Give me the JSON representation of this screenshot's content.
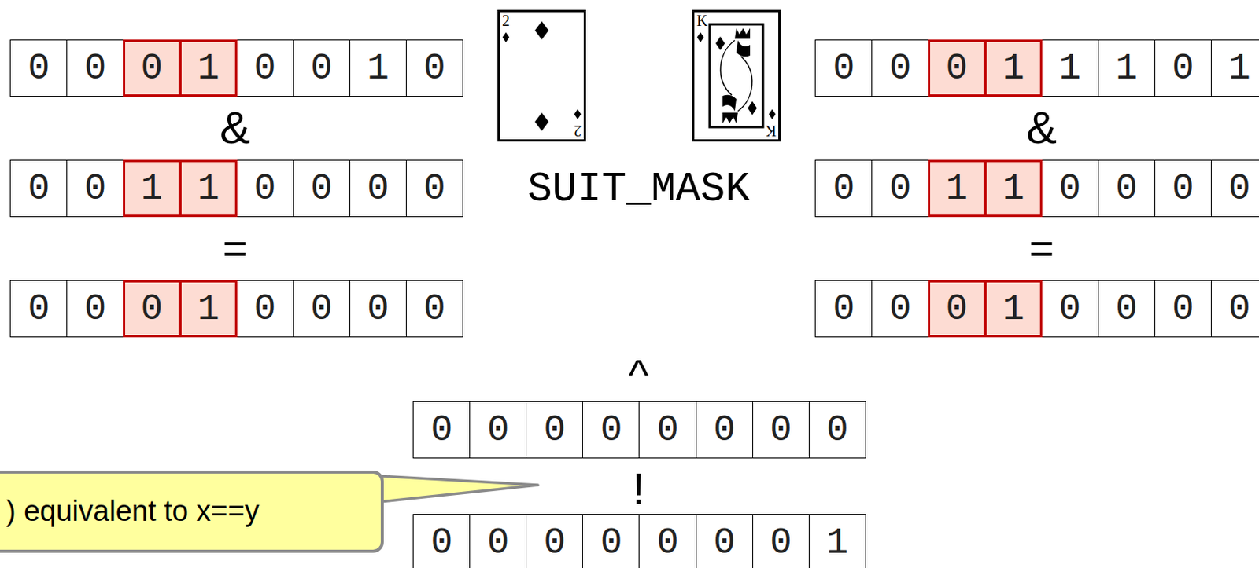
{
  "diagram": {
    "nodes": [
      {
        "text": [
          "0"
        ]
      },
      {
        "text": [
          "0"
        ]
      },
      {
        "text": [
          "0"
        ]
      },
      {
        "text": [
          "1"
        ]
      },
      {
        "text": [
          "0"
        ]
      },
      {
        "text": [
          "0"
        ]
      },
      {
        "text": [
          "1"
        ]
      },
      {
        "text": [
          "0"
        ]
      },
      {
        "text": [
          "2",
          "2"
        ]
      },
      {
        "text": [
          "K",
          "K"
        ]
      },
      {
        "text": [
          "0"
        ]
      },
      {
        "text": [
          "0"
        ]
      },
      {
        "text": [
          "0"
        ]
      },
      {
        "text": [
          "1"
        ]
      },
      {
        "text": [
          "1"
        ]
      },
      {
        "text": [
          "1"
        ]
      },
      {
        "text": [
          "0"
        ]
      },
      {
        "text": [
          "1"
        ]
      },
      {
        "text": [
          "0"
        ]
      },
      {
        "text": [
          "0"
        ]
      },
      {
        "text": [
          "1"
        ]
      },
      {
        "text": [
          "1"
        ]
      },
      {
        "text": [
          "0"
        ]
      },
      {
        "text": [
          "0"
        ]
      },
      {
        "text": [
          "0"
        ]
      },
      {
        "text": [
          "0"
        ]
      },
      {
        "text": [
          "0"
        ]
      },
      {
        "text": [
          "0"
        ]
      },
      {
        "text": [
          "1"
        ]
      },
      {
        "text": [
          "1"
        ]
      },
      {
        "text": [
          "0"
        ]
      },
      {
        "text": [
          "0"
        ]
      },
      {
        "text": [
          "0"
        ]
      },
      {
        "text": [
          "0"
        ]
      },
      {
        "text": [
          "0"
        ]
      },
      {
        "text": [
          "0"
        ]
      },
      {
        "text": [
          "0"
        ]
      },
      {
        "text": [
          "1"
        ]
      },
      {
        "text": [
          "0"
        ]
      },
      {
        "text": [
          "0"
        ]
      },
      {
        "text": [
          "0"
        ]
      },
      {
        "text": [
          "0"
        ]
      },
      {
        "text": [
          "0"
        ]
      },
      {
        "text": [
          "0"
        ]
      },
      {
        "text": [
          "0"
        ]
      },
      {
        "text": [
          "1"
        ]
      },
      {
        "text": [
          "0"
        ]
      },
      {
        "text": [
          "0"
        ]
      },
      {
        "text": [
          "0"
        ]
      },
      {
        "text": [
          "0"
        ]
      },
      {
        "text": [
          "0"
        ]
      },
      {
        "text": [
          "0"
        ]
      },
      {
        "text": [
          "0"
        ]
      },
      {
        "text": [
          "0"
        ]
      },
      {
        "text": [
          "0"
        ]
      },
      {
        "text": [
          "0"
        ]
      },
      {
        "text": [
          "0"
        ]
      },
      {
        "text": [
          "0"
        ]
      },
      {
        "text": [
          ") equivalent to x==y"
        ]
      },
      {
        "text": [
          "0"
        ]
      },
      {
        "text": [
          "0"
        ]
      },
      {
        "text": [
          "0"
        ]
      },
      {
        "text": [
          "0"
        ]
      },
      {
        "text": [
          "0"
        ]
      },
      {
        "text": [
          "0"
        ]
      },
      {
        "text": [
          "0"
        ]
      },
      {
        "text": [
          "1"
        ]
      }
    ],
    "labels": [
      "&",
      "&",
      "SUIT_MASK",
      "=",
      "=",
      "^",
      "!"
    ]
  }
}
